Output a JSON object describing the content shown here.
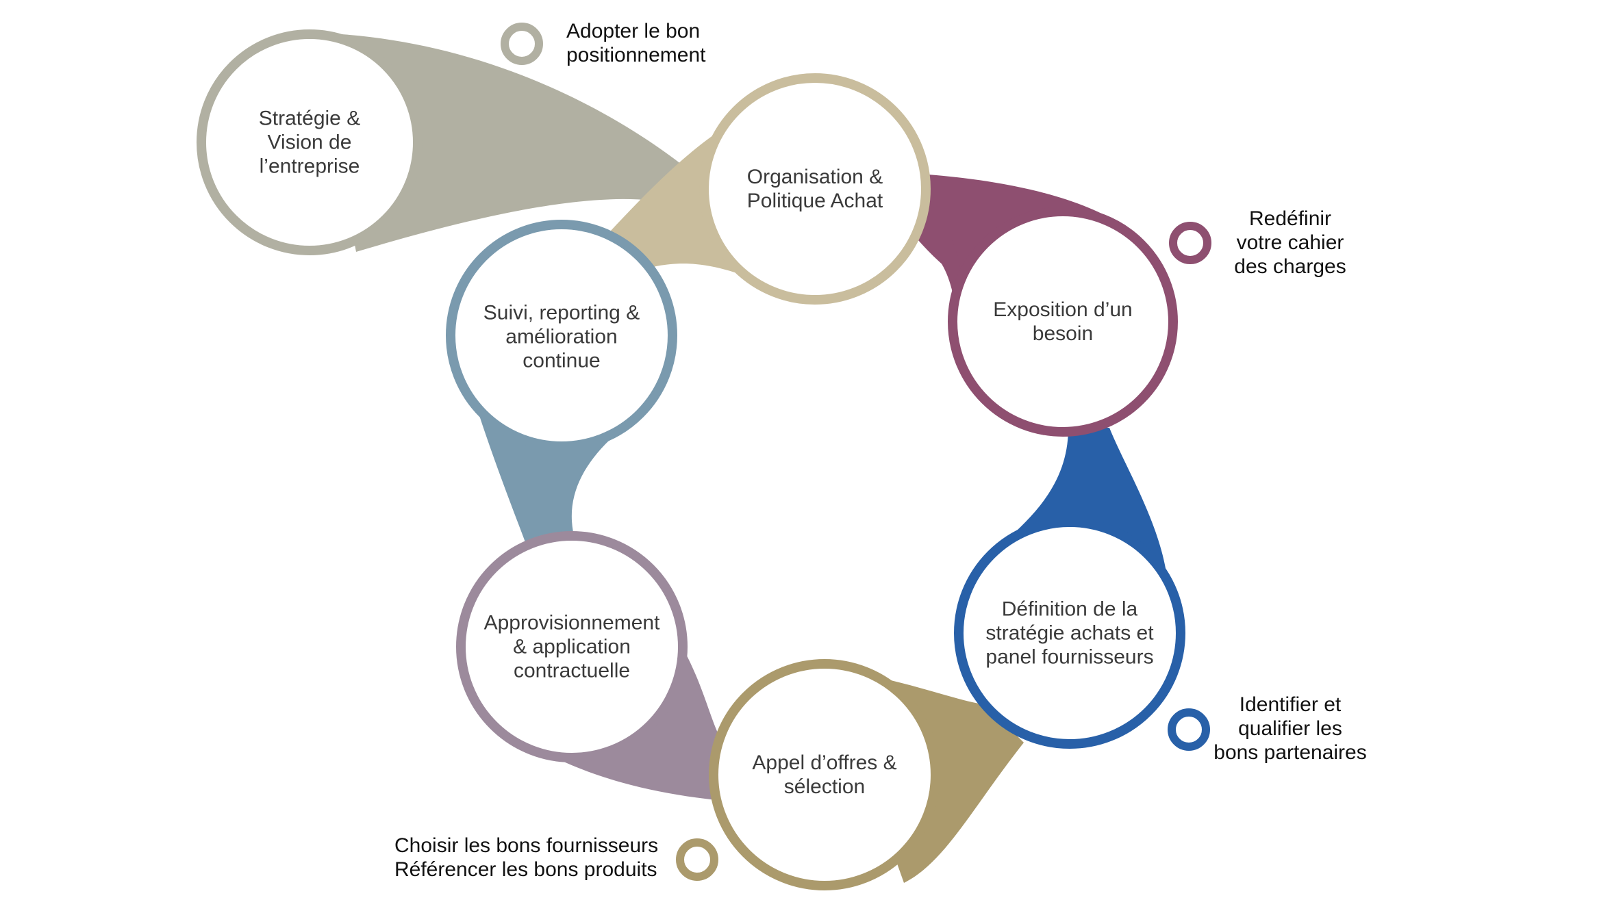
{
  "diagram": {
    "nodes": [
      {
        "id": "strategie",
        "label": [
          "Stratégie &",
          "Vision de",
          "l’entreprise"
        ],
        "color": "#B1B0A2"
      },
      {
        "id": "organisation",
        "label": [
          "Organisation &",
          "Politique Achat"
        ],
        "color": "#C9BD9D"
      },
      {
        "id": "exposition",
        "label": [
          "Exposition d’un",
          "besoin"
        ],
        "color": "#8E4F70"
      },
      {
        "id": "definition",
        "label": [
          "Définition de la",
          "stratégie achats et",
          "panel fournisseurs"
        ],
        "color": "#2860A8"
      },
      {
        "id": "appel",
        "label": [
          "Appel d’offres &",
          "sélection"
        ],
        "color": "#AB9A6C"
      },
      {
        "id": "approvisionnement",
        "label": [
          "Approvisionnement",
          "& application",
          "contractuelle"
        ],
        "color": "#9C8A9C"
      },
      {
        "id": "suivi",
        "label": [
          "Suivi, reporting &",
          "amélioration",
          "continue"
        ],
        "color": "#7A9AAE"
      }
    ],
    "callouts": [
      {
        "id": "positionnement",
        "lines": [
          "Adopter le bon",
          "positionnement"
        ],
        "color": "#B1B0A2"
      },
      {
        "id": "cahier",
        "lines": [
          "Redéfinir",
          "votre cahier",
          "des charges"
        ],
        "color": "#8E4F70"
      },
      {
        "id": "partenaires",
        "lines": [
          "Identifier et",
          "qualifier les",
          "bons partenaires"
        ],
        "color": "#2860A8"
      },
      {
        "id": "fournisseurs",
        "lines": [
          "Choisir les bons fournisseurs",
          "Référencer les bons produits"
        ],
        "color": "#AB9A6C"
      }
    ]
  }
}
